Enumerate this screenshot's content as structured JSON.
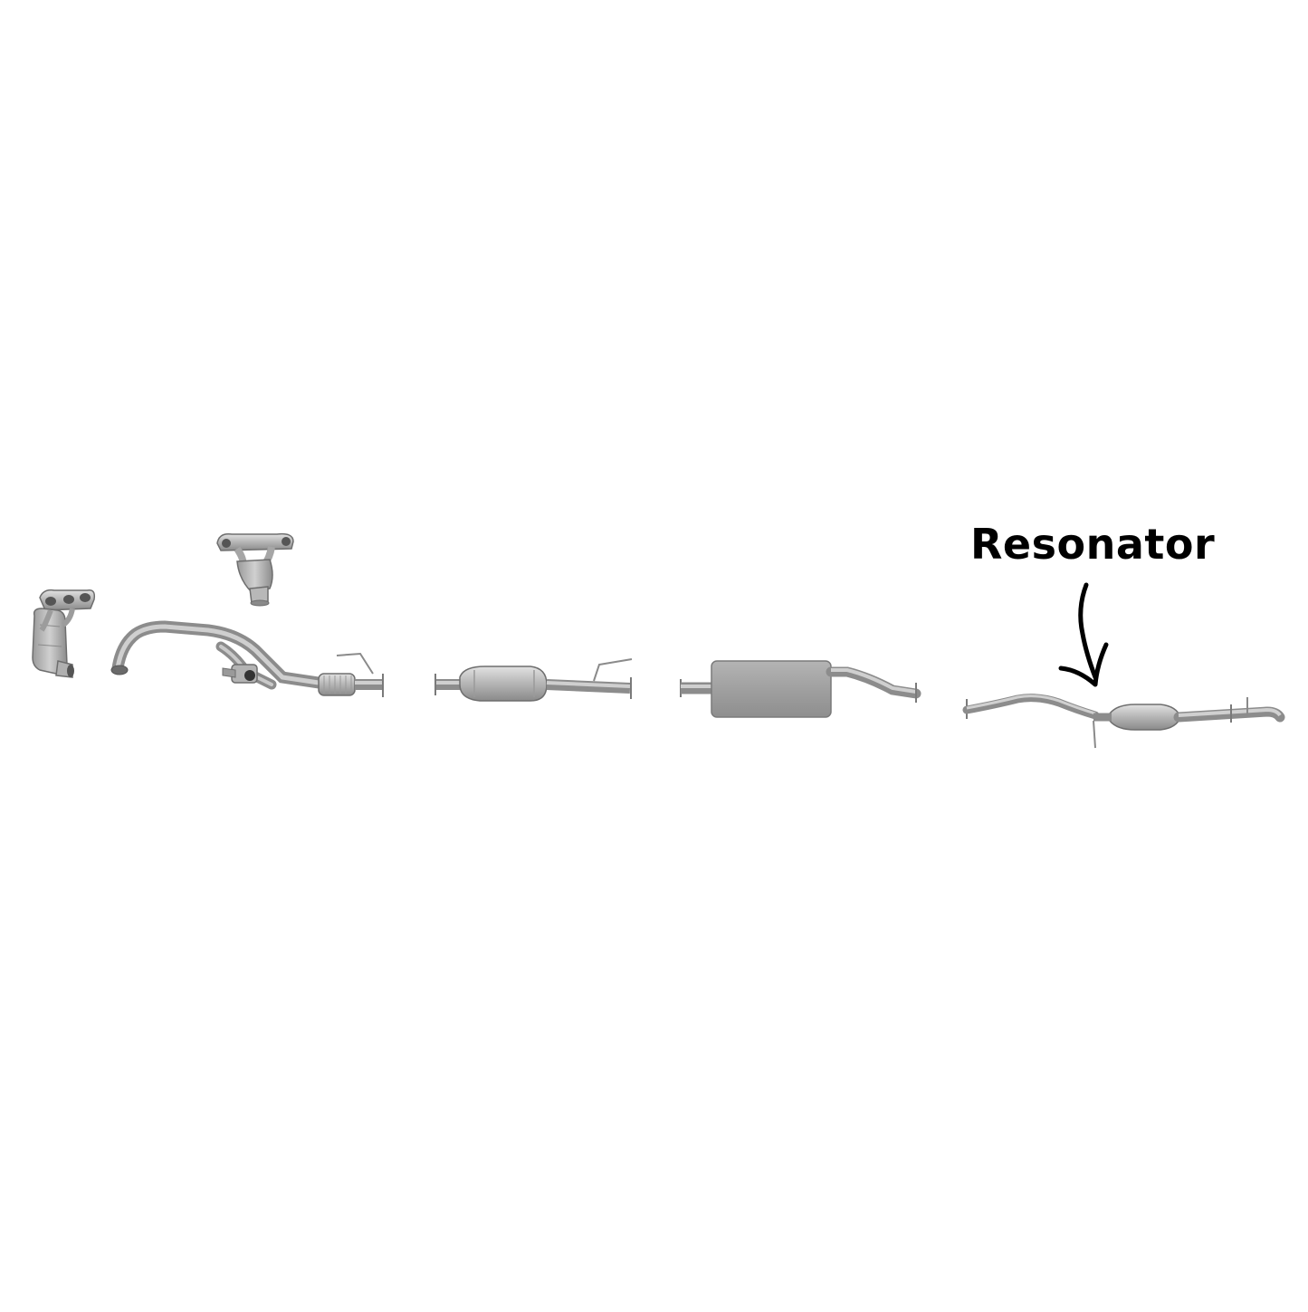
{
  "callout": {
    "label": "Resonator"
  },
  "components": [
    {
      "name": "front-exhaust-manifold-catalytic-converter",
      "icon": "manifold-icon"
    },
    {
      "name": "rear-exhaust-manifold-catalytic-converter",
      "icon": "manifold-icon"
    },
    {
      "name": "y-pipe-with-flex-section",
      "icon": "pipe-icon"
    },
    {
      "name": "catalytic-converter-pipe",
      "icon": "catalytic-converter-icon"
    },
    {
      "name": "muffler-assembly",
      "icon": "muffler-icon"
    },
    {
      "name": "resonator-tailpipe-assembly",
      "icon": "resonator-icon"
    }
  ],
  "colors": {
    "background": "#ffffff",
    "metal_light": "#d6d6d6",
    "metal_mid": "#a8a8a8",
    "metal_dark": "#7a7a7a",
    "outline": "#6e6e6e",
    "label": "#000000",
    "arrow": "#000000"
  }
}
